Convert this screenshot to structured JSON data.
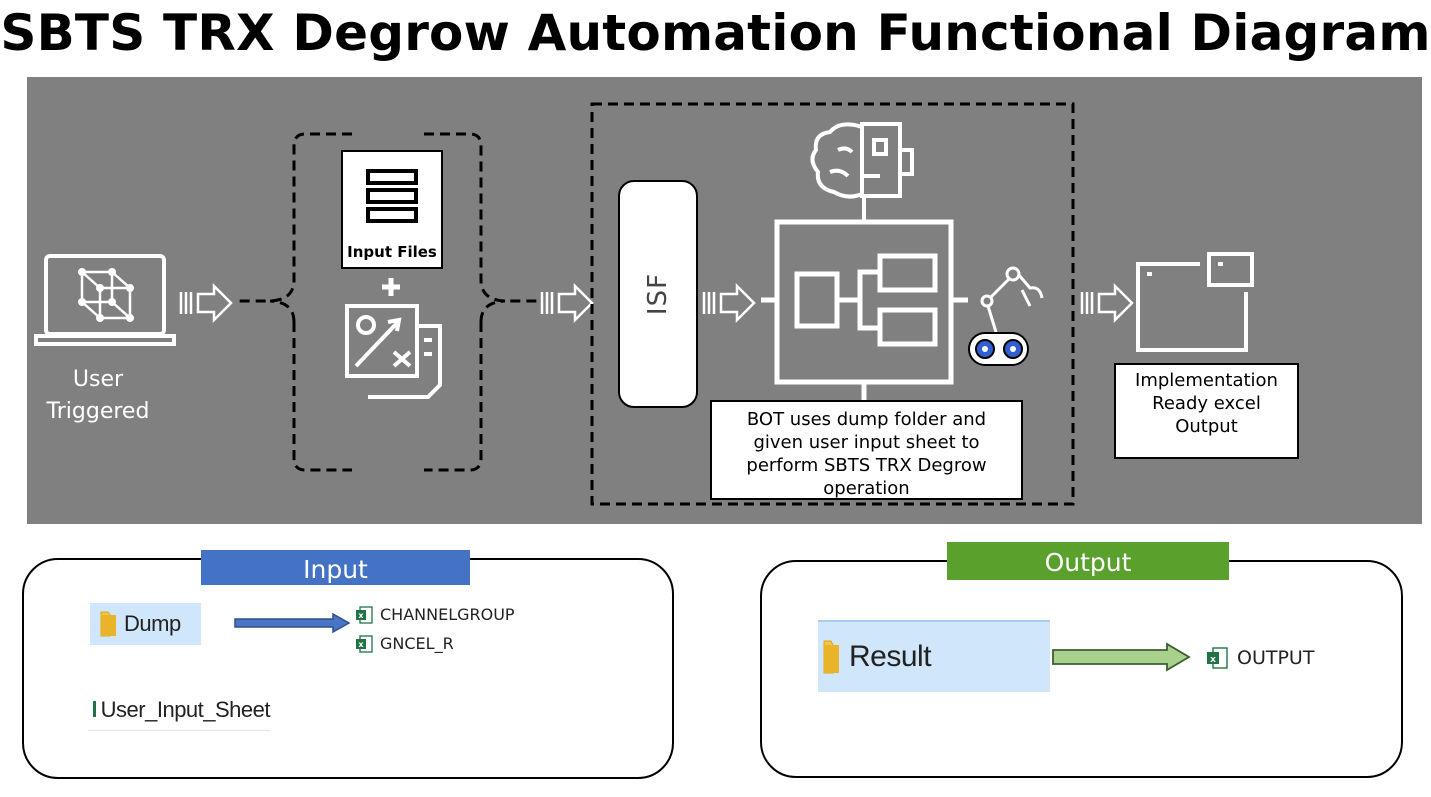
{
  "title": "SBTS TRX Degrow Automation Functional Diagram",
  "top_panel": {
    "user_label_line1": "User",
    "user_label_line2": "Triggered",
    "input_files_label": "Input Files",
    "plus_sign": "+",
    "isf_label": "ISF",
    "bot_description_lines": [
      "BOT uses dump folder and",
      "given user input sheet to",
      "perform SBTS TRX Degrow",
      "operation"
    ],
    "output_box_lines": [
      "Implementation",
      "Ready excel",
      "Output"
    ]
  },
  "input_section": {
    "banner": "Input",
    "banner_color": "#4472c4",
    "folder_label": "Dump",
    "files": [
      "CHANNELGROUP",
      "GNCEL_R"
    ],
    "sheet_label": "User_Input_Sheet"
  },
  "output_section": {
    "banner": "Output",
    "banner_color": "#5aa02c",
    "folder_label": "Result",
    "file": "OUTPUT"
  },
  "colors": {
    "panel_gray": "#808080",
    "arrow_blue": "#4a74c4",
    "arrow_green": "#a9d18e",
    "excel_green": "#217346"
  },
  "icons": [
    "laptop-cube-icon",
    "database-icon",
    "pencil-ruler-icon",
    "brain-robot-head-icon",
    "process-flowchart-icon",
    "robot-arm-icon",
    "window-output-icon",
    "folder-icon",
    "excel-file-icon"
  ]
}
